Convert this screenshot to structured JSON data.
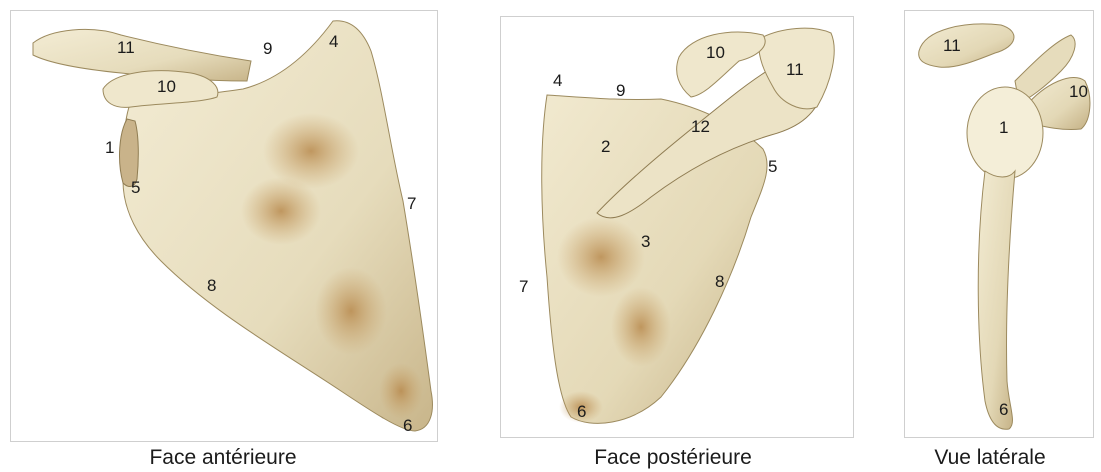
{
  "panels": [
    {
      "caption": "Face antérieure",
      "labels": [
        "11",
        "9",
        "4",
        "10",
        "1",
        "5",
        "7",
        "8",
        "6"
      ]
    },
    {
      "caption": "Face postérieure",
      "labels": [
        "10",
        "11",
        "4",
        "9",
        "12",
        "2",
        "5",
        "3",
        "7",
        "8",
        "6"
      ]
    },
    {
      "caption": "Vue latérale",
      "labels": [
        "11",
        "10",
        "1",
        "6"
      ]
    }
  ],
  "colors": {
    "bone_light": "#ede5c9",
    "bone_shadow": "#b9a67a",
    "bone_spot": "#c9a36a",
    "panel_border": "#cfcfcf"
  }
}
